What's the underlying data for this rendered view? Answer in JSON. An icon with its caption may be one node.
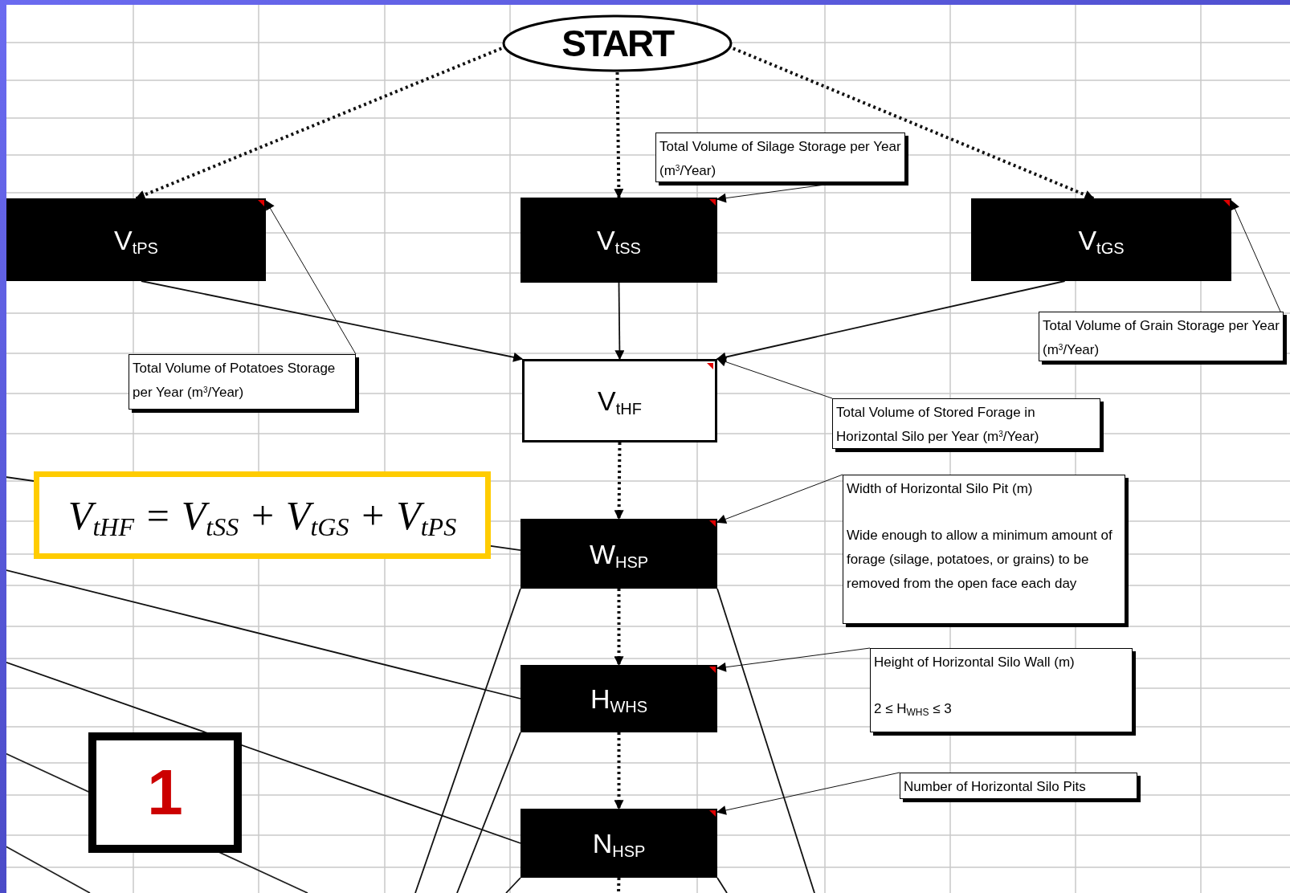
{
  "diagram": {
    "nodes": [
      {
        "text": [
          "START"
        ]
      },
      {
        "text": [
          "V$_{tPS}$"
        ]
      },
      {
        "text": [
          "V$_{tSS}$"
        ]
      },
      {
        "text": [
          "V$_{tGS}$"
        ]
      },
      {
        "text": [
          "Total Volume of Silage Storage per Year (m$^{3}$/Year)"
        ]
      },
      {
        "text": [
          "Total Volume of Grain Storage per Year (m$^{3}$/Year)"
        ]
      },
      {
        "text": [
          "V$_{tHF}$"
        ]
      },
      {
        "text": [
          "Total Volume of Potatoes Storage per Year (m$^{3}$/Year)"
        ]
      },
      {
        "text": [
          "Total Volume of Stored Forage in Horizontal Silo per Year (m$^{3}$/Year)"
        ]
      },
      {
        "text": [
          "V$_{tHF}$ = V$_{tSS}$ + V$_{tGS}$ + V$_{tPS}$"
        ]
      },
      {
        "text": [
          "W$_{HSP}$"
        ]
      },
      {
        "text": [
          "Width of Horizontal Silo Pit (m)",
          "Wide enough to allow a minimum amount of forage (silage, potatoes, or grains) to be removed from the open face each day"
        ]
      },
      {
        "text": [
          "H$_{WHS}$"
        ]
      },
      {
        "text": [
          "Height of Horizontal Silo Wall (m)",
          "2 ≤ H$_{WHS}$ ≤ 3"
        ]
      },
      {
        "text": [
          "N$_{HSP}$"
        ]
      },
      {
        "text": [
          "Number of Horizontal Silo Pits"
        ]
      },
      {
        "text": [
          "1"
        ]
      }
    ],
    "edges": [
      {
        "from": 0,
        "to": 1,
        "arrow": "to",
        "style": "dashed"
      },
      {
        "from": 0,
        "to": 2,
        "arrow": "to",
        "style": "dashed"
      },
      {
        "from": 0,
        "to": 3,
        "arrow": "to",
        "style": "dashed"
      },
      {
        "from": 1,
        "to": 6,
        "arrow": "to"
      },
      {
        "from": 2,
        "to": 6,
        "arrow": "to"
      },
      {
        "from": 3,
        "to": 6,
        "arrow": "to"
      },
      {
        "from": 4,
        "to": 2,
        "arrow": "to"
      },
      {
        "from": 5,
        "to": 3,
        "arrow": "to"
      },
      {
        "from": 7,
        "to": 1,
        "arrow": "to"
      },
      {
        "from": 8,
        "to": 6,
        "arrow": "to"
      },
      {
        "from": 6,
        "to": 10,
        "arrow": "to",
        "style": "dashed"
      },
      {
        "from": 11,
        "to": 10,
        "arrow": "to"
      },
      {
        "from": 10,
        "to": 12,
        "arrow": "to",
        "style": "dashed"
      },
      {
        "from": 13,
        "to": 12,
        "arrow": "to"
      },
      {
        "from": 12,
        "to": 14,
        "arrow": "to",
        "style": "dashed"
      },
      {
        "from": 15,
        "to": 14,
        "arrow": "to"
      },
      {
        "from": 14,
        "to": null,
        "arrow": "none",
        "style": "dashed"
      },
      {
        "from": null,
        "to": 10,
        "arrow": "none"
      },
      {
        "from": null,
        "to": 12,
        "arrow": "none"
      },
      {
        "from": null,
        "to": 14,
        "arrow": "none"
      },
      {
        "from": 10,
        "to": null,
        "arrow": "none"
      },
      {
        "from": 10,
        "to": null,
        "arrow": "none"
      },
      {
        "from": 12,
        "to": null,
        "arrow": "none"
      },
      {
        "from": 14,
        "to": null,
        "arrow": "none"
      },
      {
        "from": 14,
        "to": null,
        "arrow": "none"
      }
    ]
  }
}
